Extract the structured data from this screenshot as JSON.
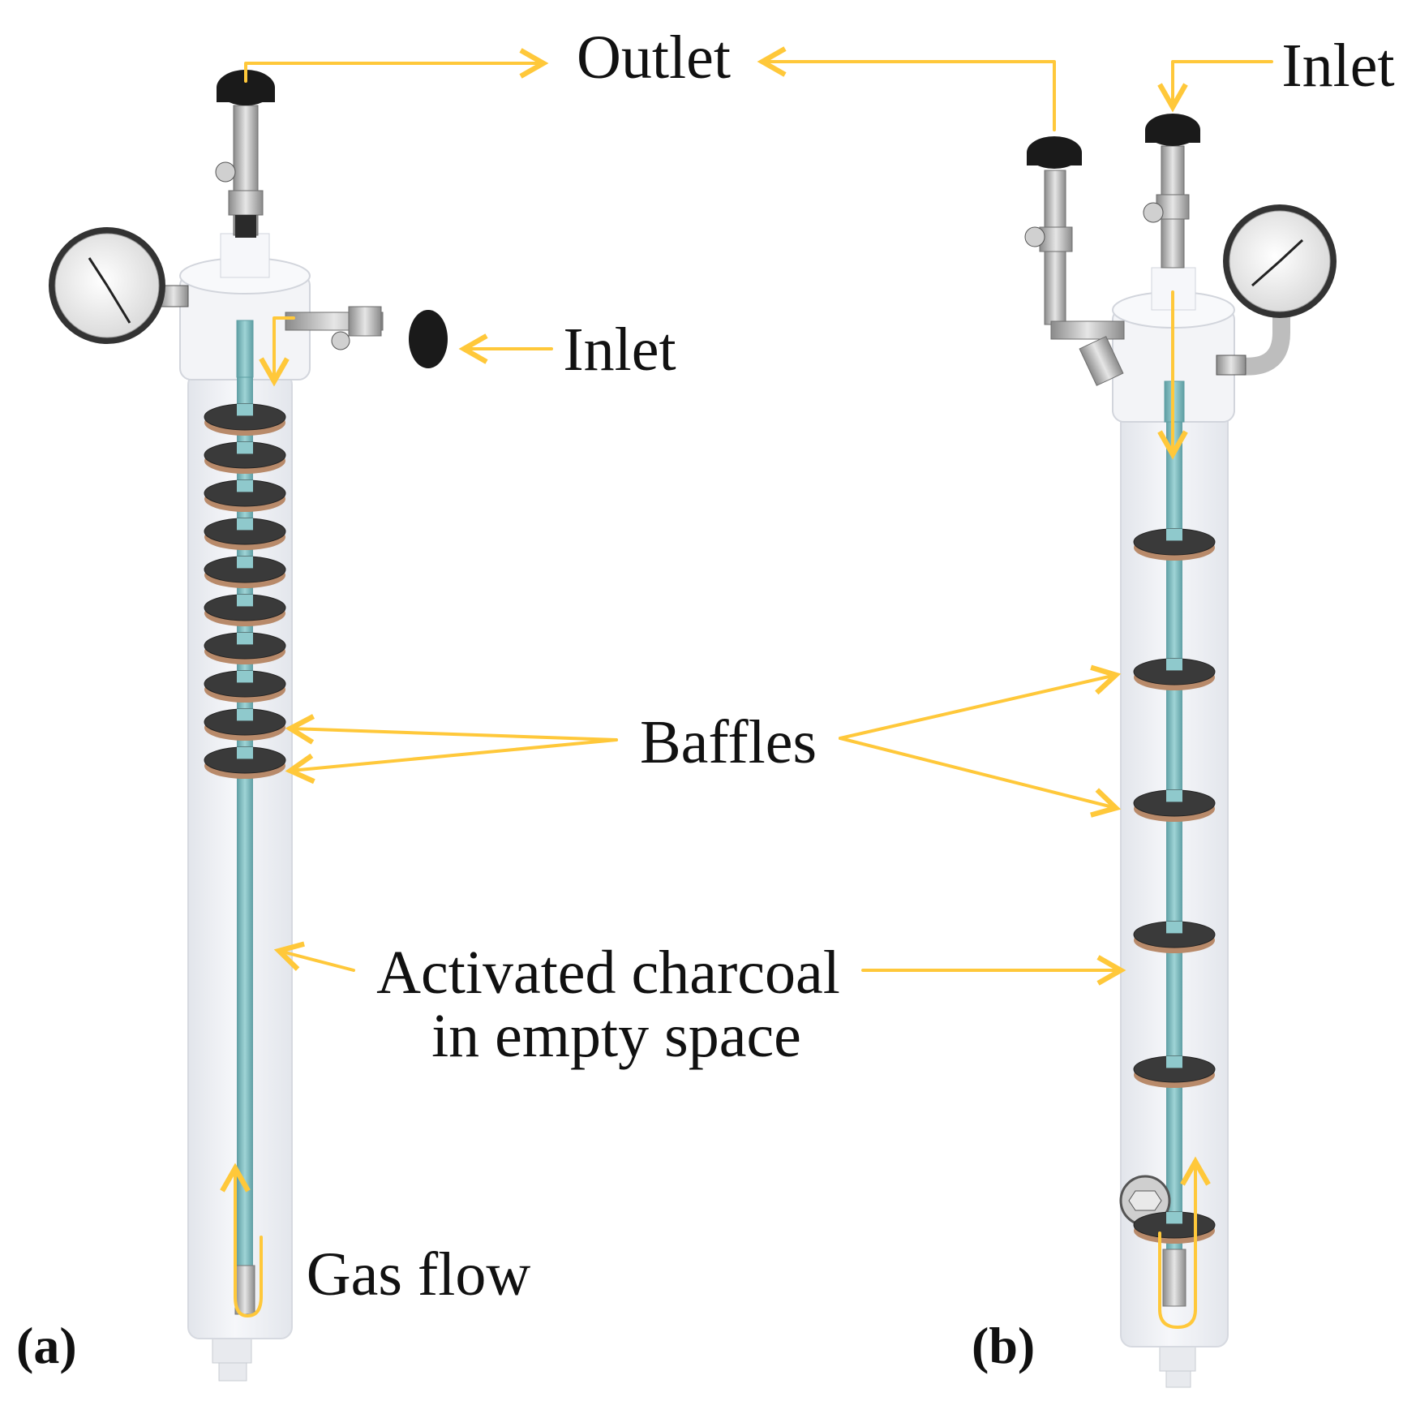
{
  "labels": {
    "outlet": "Outlet",
    "inlet_a": "Inlet",
    "inlet_b": "Inlet",
    "baffles": "Baffles",
    "charcoal_line1": "Activated charcoal",
    "charcoal_line2": "in empty space",
    "gas_flow": "Gas flow",
    "panel_a": "(a)",
    "panel_b": "(b)"
  },
  "colors": {
    "arrow": "#FFC83A",
    "rod": "#8FC9CC",
    "rod_dark": "#5E9EA3",
    "cylinder": "#EEF0F4",
    "cylinder_edge": "#D6D9E0",
    "baffle": "#3A3A3A",
    "baffle_edge": "#B88A6A",
    "knob": "#1A1A1A",
    "steel": "#C8C8C8"
  },
  "panels": {
    "a": {
      "baffle_count": 10
    },
    "b": {
      "baffle_count": 6
    }
  }
}
